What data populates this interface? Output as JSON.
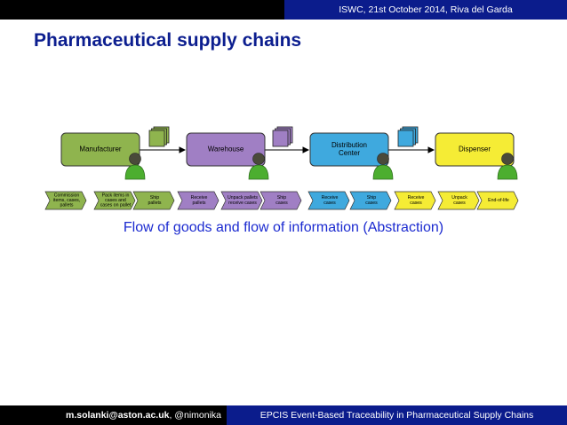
{
  "header": {
    "event": "ISWC, 21st October 2014, Riva del Garda"
  },
  "slide": {
    "title": "Pharmaceutical supply chains",
    "caption": "Flow of goods and flow of information (Abstraction)"
  },
  "nodes": [
    {
      "lines": [
        "Manufacturer"
      ],
      "color": "#8fb44e"
    },
    {
      "lines": [
        "Warehouse"
      ],
      "color": "#a07fc4"
    },
    {
      "lines": [
        "Distribution",
        "Center"
      ],
      "color": "#3fa9de"
    },
    {
      "lines": [
        "Dispenser"
      ],
      "color": "#f5ec35"
    }
  ],
  "events": [
    {
      "lines": [
        "Commission",
        "items, cases,",
        "pallets"
      ],
      "color": "#8fb44e"
    },
    {
      "lines": [
        "Pack items in",
        "cases and",
        "cases on pallet"
      ],
      "color": "#8fb44e"
    },
    {
      "lines": [
        "Ship",
        "pallets"
      ],
      "color": "#8fb44e"
    },
    {
      "lines": [
        "Receive",
        "pallets"
      ],
      "color": "#a07fc4"
    },
    {
      "lines": [
        "Unpack pallets",
        "receive cases"
      ],
      "color": "#a07fc4"
    },
    {
      "lines": [
        "Ship",
        "cases"
      ],
      "color": "#a07fc4"
    },
    {
      "lines": [
        "Receive",
        "cases"
      ],
      "color": "#3fa9de"
    },
    {
      "lines": [
        "Ship",
        "cases"
      ],
      "color": "#3fa9de"
    },
    {
      "lines": [
        "Receive",
        "cases"
      ],
      "color": "#f5ec35"
    },
    {
      "lines": [
        "Unpack",
        "cases"
      ],
      "color": "#f5ec35"
    },
    {
      "lines": [
        "End-of-life"
      ],
      "color": "#f5ec35"
    }
  ],
  "footer": {
    "author_email": "m.solanki@aston.ac.uk",
    "author_handle": ", @nimonika",
    "talk_title": "EPCIS Event-Based Traceability in Pharmaceutical Supply Chains"
  }
}
